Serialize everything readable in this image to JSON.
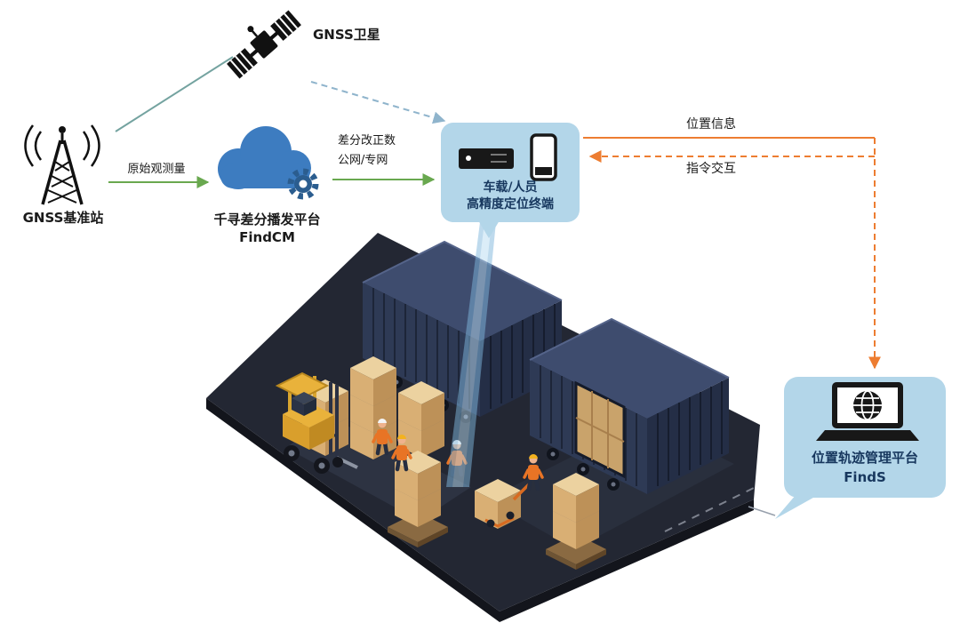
{
  "diagram": {
    "satellite": {
      "label": "GNSS卫星"
    },
    "base_station": {
      "label": "GNSS基准站"
    },
    "cloud": {
      "name": "千寻差分播发平台",
      "product": "FindCM"
    },
    "terminal": {
      "line1": "车载/人员",
      "line2": "高精度定位终端"
    },
    "platform": {
      "name": "位置轨迹管理平台",
      "product": "FindS"
    },
    "edges": {
      "raw_observation": "原始观测量",
      "correction_line1": "差分改正数",
      "correction_line2": "公网/专网",
      "position_info": "位置信息",
      "command_interaction": "指令交互"
    }
  },
  "colors": {
    "green_arrow": "#69a84f",
    "orange_arrow": "#ed7d31",
    "bubble_fill": "#b3d6e9",
    "bubble_text": "#17375e",
    "cloud_blue": "#3d7cc0",
    "satellite_link_dashed": "#8fb4cc",
    "base_link": "#74a3a0"
  }
}
